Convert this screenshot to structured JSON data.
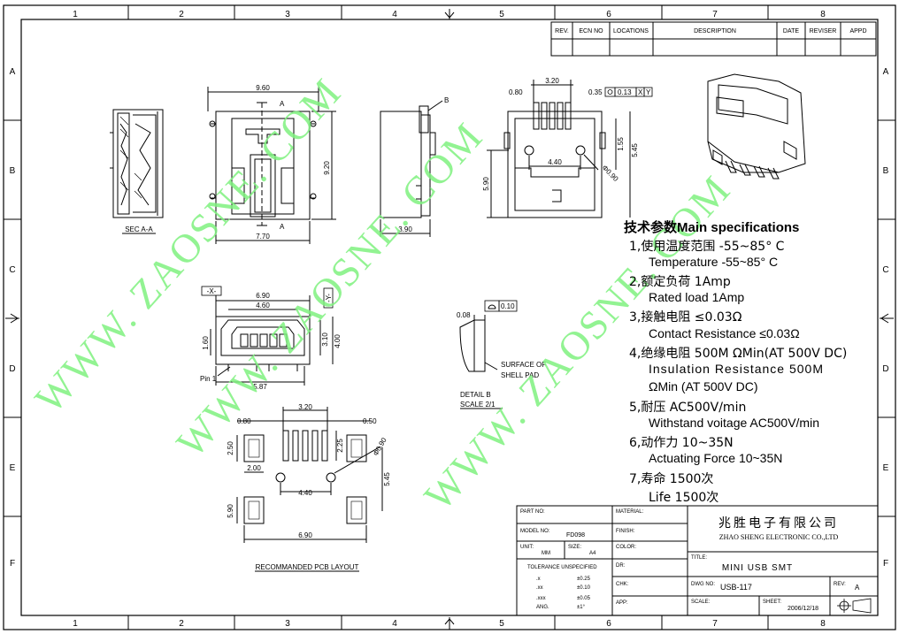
{
  "border": {
    "columns": [
      "1",
      "2",
      "3",
      "4",
      "5",
      "6",
      "7",
      "8"
    ],
    "rows": [
      "A",
      "B",
      "C",
      "D",
      "E",
      "F"
    ]
  },
  "revision_table": {
    "headers": [
      "REV.",
      "ECN NO",
      "LOCATIONS",
      "DESCRIPTION",
      "DATE",
      "REVISER",
      "APPD"
    ]
  },
  "watermark": "WWW. ZAOSNE. COM",
  "views": {
    "section_a": {
      "caption": "SEC A-A"
    },
    "front": {
      "dim_width_top": "9.60",
      "dim_width_bottom": "7.70",
      "dim_height": "9.20",
      "section_mark": "A"
    },
    "side": {
      "dim_width": "3.90",
      "detail_mark": "B"
    },
    "top": {
      "dim_pitch": "3.20",
      "dim_left": "0.80",
      "dim_right": "0.35",
      "tol_value": "0.13",
      "tol_datum1": "X",
      "tol_datum2": "Y",
      "dim_hole_spacing": "4.40",
      "dim_hole": "Φ0.90",
      "dim_height_a": "1.55",
      "dim_height_b": "5.45",
      "dim_height_c": "5.90"
    },
    "plug": {
      "datum_x": "-X-",
      "datum_y": "-Y-",
      "dim_outer": "6.90",
      "dim_inner": "4.60",
      "dim_left_h": "1.60",
      "dim_inner_h": "3.10",
      "dim_outer_h": "4.00",
      "dim_bottom": "5.87",
      "pin_label": "Pin 1"
    },
    "detail_b": {
      "dim_thickness": "0.08",
      "flatness": "0.10",
      "note_1": "SURFACE OF",
      "note_2": "SHELL PAD",
      "caption_1": "DETAIL B",
      "caption_2": "SCALE 2/1"
    },
    "pcb": {
      "dim_pitch": "3.20",
      "dim_left": "0.80",
      "dim_right": "0.50",
      "dim_pad_h": "2.50",
      "dim_pad_w": "2.00",
      "dim_pin_len": "2.25",
      "dim_hole": "Φ0.90",
      "dim_hole_spacing": "4.40",
      "dim_height": "5.45",
      "dim_side": "5.90",
      "dim_bottom": "6.90",
      "caption": "RECOMMANDED PCB LAYOUT"
    }
  },
  "specifications": {
    "title_cn": "技术参数",
    "title_en": "Main specifications",
    "lines": [
      "1,使用温度范围 -55~85° C",
      "Temperature -55~85° C",
      "2,额定负荷  1Amp",
      "Rated load  1Amp",
      "3,接触电阻 ≤0.03Ω",
      "Contact Resistance   ≤0.03Ω",
      "4,绝缘电阻 500M ΩMin(AT 500V DC)",
      "Insulation Resistance 500M",
      "ΩMin (AT 500V DC)",
      "5,耐压  AC500V/min",
      "Withstand voitage AC500V/min",
      "6,动作力  10~35N",
      "Actuating Force   10~35N",
      "7,寿命  1500次",
      "Life  1500次"
    ]
  },
  "title_block": {
    "part_no_label": "PART NO:",
    "material_label": "MATERIAL:",
    "model_no_label": "MODEL NO:",
    "model_no_value": "FD098",
    "finish_label": "FINISH:",
    "unit_label": "UNIT:",
    "unit_value": "MM",
    "size_label": "SIZE:",
    "size_value": "A4",
    "color_label": "COLOR:",
    "tolerance_label": "TOLERANCE UNSPECIFIED",
    "tolerances": [
      {
        "key": ".x",
        "value": "±0.25"
      },
      {
        "key": ".xx",
        "value": "±0.10"
      },
      {
        "key": ".xxx",
        "value": "±0.05"
      },
      {
        "key": "ANG.",
        "value": "±1°"
      }
    ],
    "dr_label": "DR:",
    "chk_label": "CHK:",
    "app_label": "APP:",
    "company_cn": "兆胜电子有限公司",
    "company_en": "ZHAO SHENG ELECTRONIC CO.,LTD",
    "title_label": "TITLE:",
    "title_value": "MINI USB SMT",
    "dwg_no_label": "DWG NO:",
    "dwg_no_value": "USB-117",
    "rev_label": "REV:",
    "rev_value": "A",
    "scale_label": "SCALE:",
    "sheet_label": "SHEET:",
    "sheet_value": "2006/12/18"
  },
  "colors": {
    "line": "#000000",
    "watermark": "#7ff27f"
  }
}
